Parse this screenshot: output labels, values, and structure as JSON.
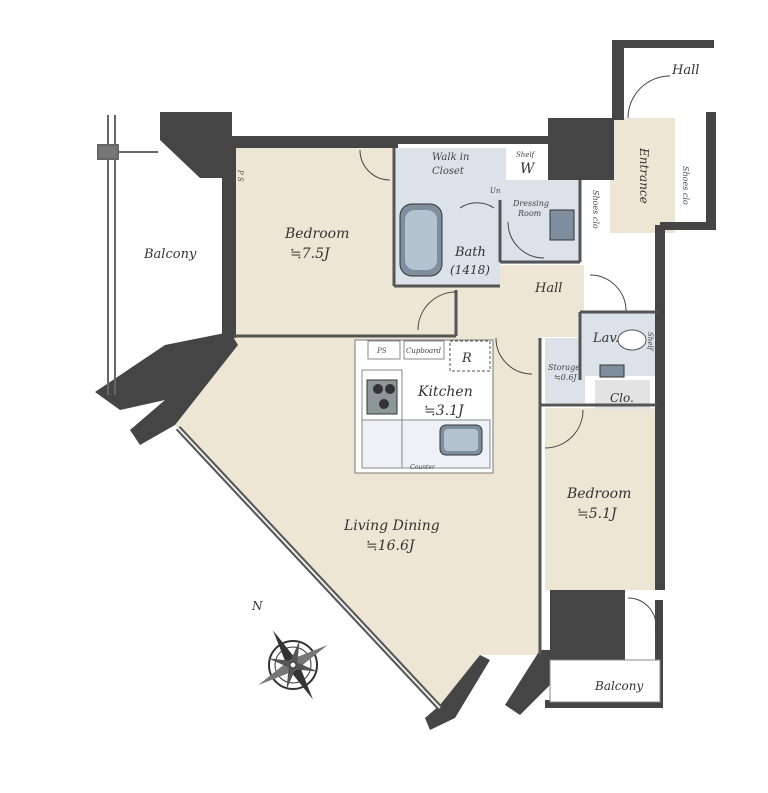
{
  "rooms": {
    "bedroom1": {
      "name": "Bedroom",
      "size": "≒7.5J"
    },
    "living": {
      "name": "Living Dining",
      "size": "≒16.6J"
    },
    "kitchen": {
      "name": "Kitchen",
      "size": "≒3.1J"
    },
    "bedroom2": {
      "name": "Bedroom",
      "size": "≒5.1J"
    },
    "bath": {
      "name": "Bath",
      "size": "(1418)"
    },
    "walkin": {
      "line1": "Walk in",
      "line2": "Closet"
    },
    "dressing": {
      "line1": "Dressing",
      "line2": "Room"
    },
    "lav": {
      "name": "Lav."
    },
    "clo": {
      "name": "Clo."
    },
    "storage": {
      "name": "Storage",
      "size": "≒0.6J"
    }
  },
  "labels": {
    "balcony_left": "Balcony",
    "balcony_bottom": "Balcony",
    "hall_top": "Hall",
    "hall_mid": "Hall",
    "entrance": "Entrance",
    "shoes_clo": "Shoes clo",
    "shoes_clo2": "Shoes clo",
    "shelf": "Shelf",
    "shelf2": "Shelf",
    "w": "W",
    "un": "Un",
    "ps": "PS",
    "cupboard": "Cupboard",
    "r": "R",
    "counter": "Counter",
    "compass_n": "N",
    "ps_vert": "P S"
  },
  "colors": {
    "floor": "#ede6d5",
    "wet": "#dbe2ea",
    "wall": "#404040",
    "wall_dark": "#5a5a5a",
    "counter": "#eef2f7"
  }
}
